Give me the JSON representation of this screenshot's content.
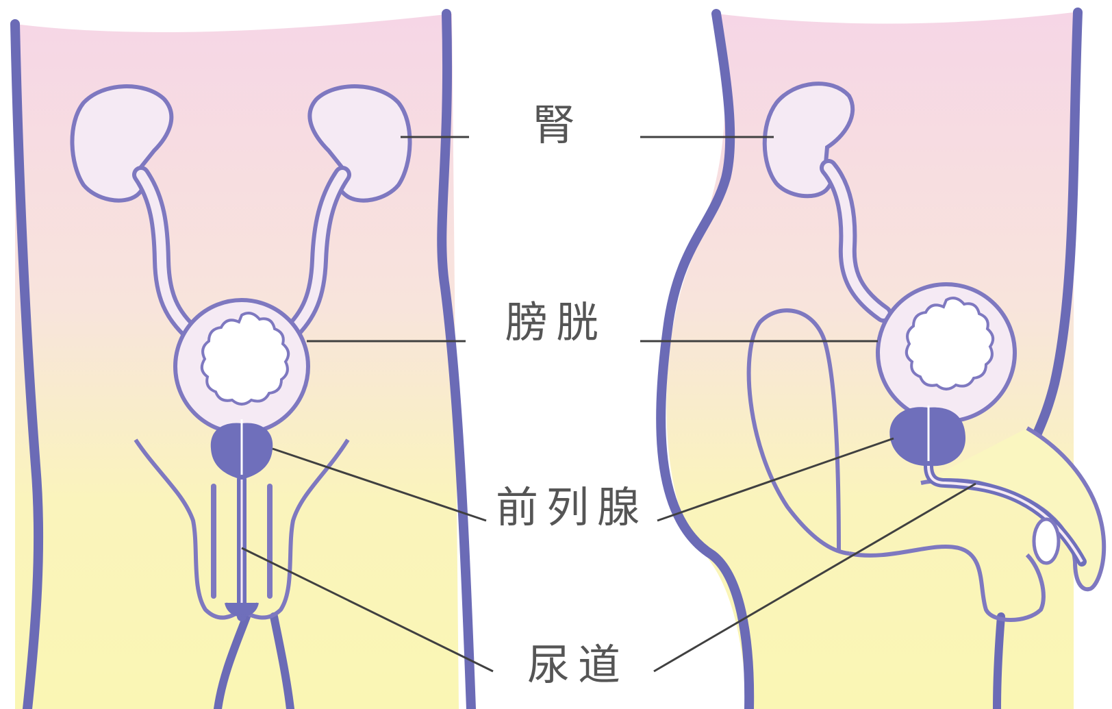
{
  "labels": {
    "kidney": "腎",
    "bladder": "膀胱",
    "prostate": "前列腺",
    "urethra": "尿道"
  },
  "colors": {
    "body_top": "#f6d6e6",
    "body_bottom": "#faf6b4",
    "outline_thick": "#6b6bb6",
    "organ_line": "#7e78c0",
    "organ_fill": "#f5eaf4",
    "prostate_fill": "#6f6fbb",
    "leader_line": "#404040",
    "label_text": "#555555"
  }
}
